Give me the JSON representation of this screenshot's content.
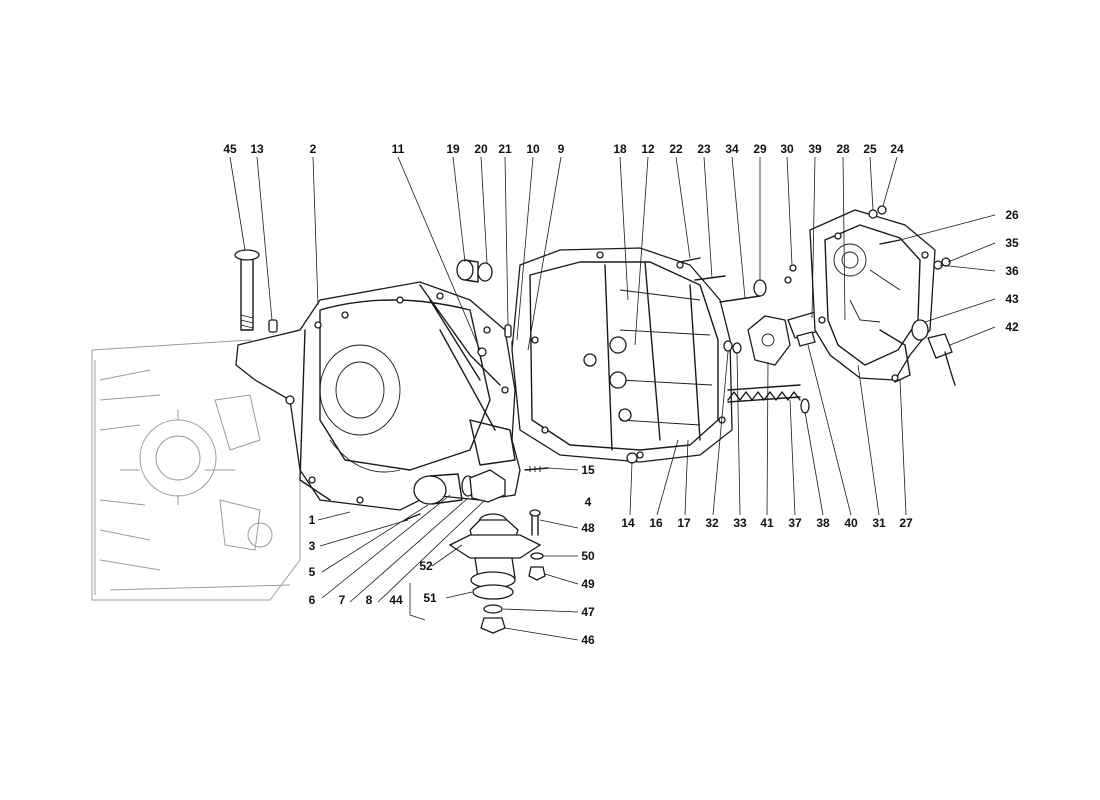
{
  "callouts": [
    "45",
    "13",
    "2",
    "11",
    "19",
    "20",
    "21",
    "10",
    "9",
    "18",
    "12",
    "22",
    "23",
    "34",
    "29",
    "30",
    "39",
    "28",
    "25",
    "24",
    "26",
    "35",
    "36",
    "43",
    "42",
    "15",
    "4",
    "48",
    "50",
    "49",
    "47",
    "46",
    "52",
    "51",
    "44",
    "1",
    "3",
    "5",
    "6",
    "7",
    "8",
    "14",
    "16",
    "17",
    "32",
    "33",
    "41",
    "37",
    "38",
    "40",
    "31",
    "27"
  ]
}
